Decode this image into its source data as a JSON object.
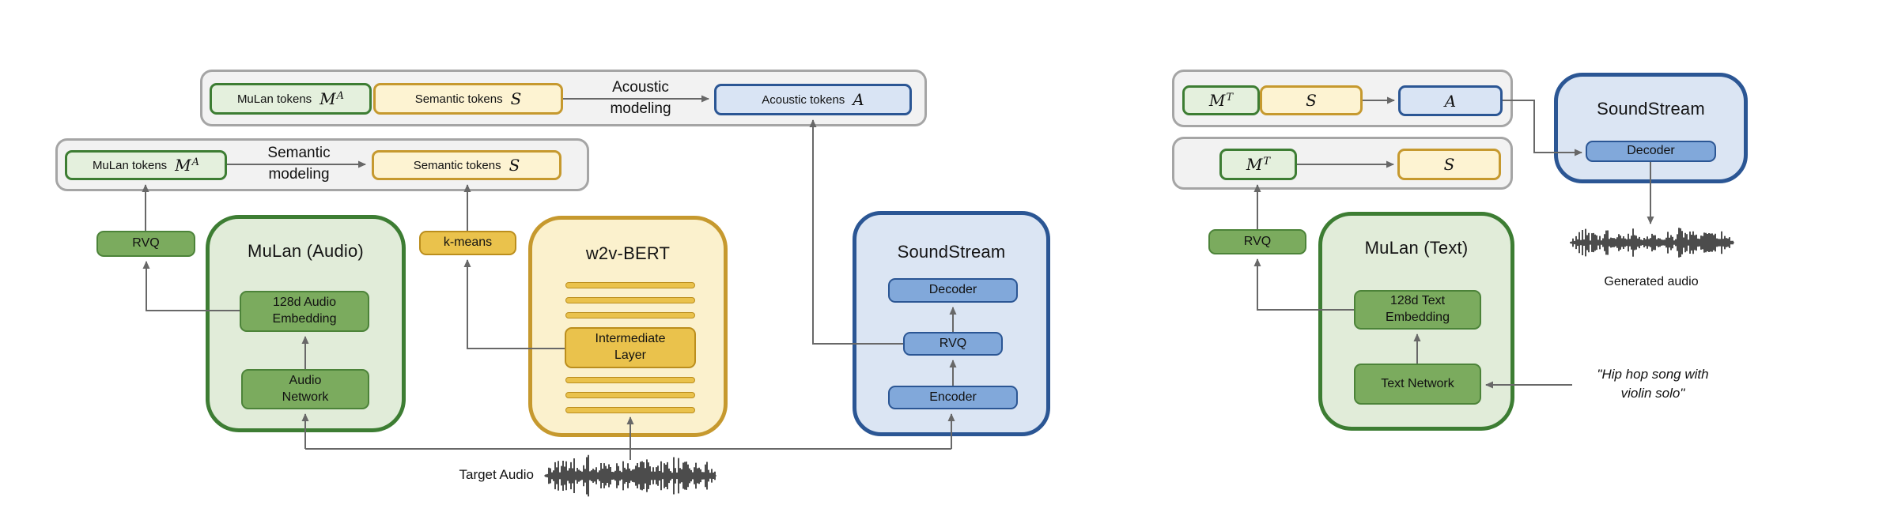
{
  "left": {
    "row_acoustic": {
      "mulan_label": "MuLan tokens",
      "mulan_symbol": "M",
      "mulan_sup": "A",
      "semantic_label": "Semantic tokens",
      "semantic_symbol": "S",
      "label_line1": "Acoustic",
      "label_line2": "modeling",
      "acoustic_label": "Acoustic tokens",
      "acoustic_symbol": "A"
    },
    "row_semantic": {
      "mulan_label": "MuLan tokens",
      "mulan_symbol": "M",
      "mulan_sup": "A",
      "label_line1": "Semantic",
      "label_line2": "modeling",
      "semantic_label": "Semantic tokens",
      "semantic_symbol": "S"
    },
    "rvq": "RVQ",
    "mulan_audio": {
      "title": "MuLan (Audio)",
      "embedding_line1": "128d Audio",
      "embedding_line2": "Embedding",
      "network_line1": "Audio",
      "network_line2": "Network"
    },
    "kmeans": "k-means",
    "w2v": {
      "title": "w2v-BERT",
      "intermediate_line1": "Intermediate",
      "intermediate_line2": "Layer"
    },
    "soundstream": {
      "title": "SoundStream",
      "decoder": "Decoder",
      "rvq": "RVQ",
      "encoder": "Encoder"
    },
    "target_audio": "Target Audio"
  },
  "right": {
    "row1": {
      "m_symbol": "M",
      "m_sup": "T",
      "s_symbol": "S",
      "a_symbol": "A"
    },
    "row2": {
      "m_symbol": "M",
      "m_sup": "T",
      "s_symbol": "S"
    },
    "rvq": "RVQ",
    "soundstream": {
      "title": "SoundStream",
      "decoder": "Decoder"
    },
    "mulan_text": {
      "title": "MuLan (Text)",
      "embedding_line1": "128d Text",
      "embedding_line2": "Embedding",
      "network": "Text Network"
    },
    "generated_audio": "Generated audio",
    "prompt_line1": "\"Hip hop song with",
    "prompt_line2": "violin solo\""
  },
  "colors": {
    "green_border": "#3d7d33",
    "green_fill": "#e1ecd9",
    "green_token_fill": "#e4f0dd",
    "green_mid": "#7bab5e",
    "green_mid_border": "#4c8339",
    "yellow_border": "#c6992e",
    "yellow_fill": "#fbf1cd",
    "yellow_token_fill": "#fdf3d2",
    "yellow_mid": "#eac24c",
    "yellow_mid_border": "#bb8e1d",
    "blue_border": "#2b5694",
    "blue_fill": "#dbe5f3",
    "blue_token_fill": "#d9e4f4",
    "blue_mid": "#81a8da",
    "container_fill": "#f2f2f2",
    "container_border": "#a5a5a5",
    "connector": "#686868",
    "waveform": "#111111"
  }
}
